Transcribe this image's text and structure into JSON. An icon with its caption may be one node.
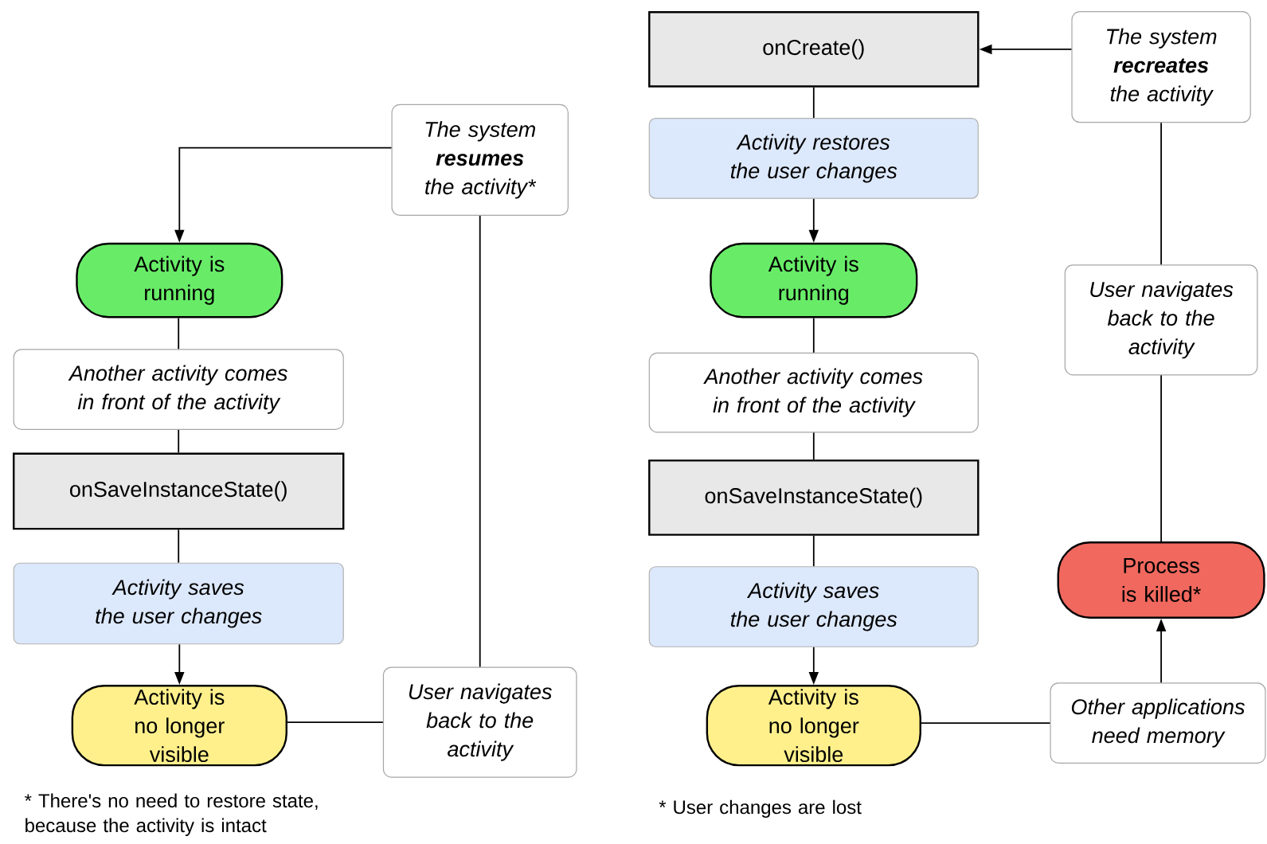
{
  "diagram": {
    "nodes": [
      {
        "text": [
          "The system **resumes** the activity*"
        ]
      },
      {
        "text": [
          "Activity is running"
        ]
      },
      {
        "text": [
          "Another activity comes in front of the activity"
        ]
      },
      {
        "text": [
          "onSaveInstanceState()"
        ]
      },
      {
        "text": [
          "Activity saves the user changes"
        ]
      },
      {
        "text": [
          "Activity is no longer visible"
        ]
      },
      {
        "text": [
          "User navigates back to the activity"
        ]
      },
      {
        "text": [
          "onCreate()"
        ]
      },
      {
        "text": [
          "The system **recreates** the activity"
        ]
      },
      {
        "text": [
          "Activity restores the user changes"
        ]
      },
      {
        "text": [
          "Activity is running"
        ]
      },
      {
        "text": [
          "Another activity comes in front of the activity"
        ]
      },
      {
        "text": [
          "onSaveInstanceState()"
        ]
      },
      {
        "text": [
          "Activity saves the user changes"
        ]
      },
      {
        "text": [
          "Activity is no longer visible"
        ]
      },
      {
        "text": [
          "User navigates back to the activity"
        ]
      },
      {
        "text": [
          "Process is killed*"
        ]
      },
      {
        "text": [
          "Other applications need memory"
        ]
      }
    ],
    "edges": [
      {
        "from": 0,
        "to": 1,
        "arrow": "to"
      },
      {
        "from": 1,
        "to": 2,
        "arrow": "none"
      },
      {
        "from": 2,
        "to": 3,
        "arrow": "none"
      },
      {
        "from": 3,
        "to": 4,
        "arrow": "none"
      },
      {
        "from": 4,
        "to": 5,
        "arrow": "to"
      },
      {
        "from": 5,
        "to": 6,
        "arrow": "none"
      },
      {
        "from": 6,
        "to": 0,
        "arrow": "none"
      },
      {
        "from": 8,
        "to": 7,
        "arrow": "to"
      },
      {
        "from": 7,
        "to": 9,
        "arrow": "none"
      },
      {
        "from": 9,
        "to": 10,
        "arrow": "to"
      },
      {
        "from": 10,
        "to": 11,
        "arrow": "none"
      },
      {
        "from": 11,
        "to": 12,
        "arrow": "none"
      },
      {
        "from": 12,
        "to": 13,
        "arrow": "none"
      },
      {
        "from": 13,
        "to": 14,
        "arrow": "to"
      },
      {
        "from": 14,
        "to": 17,
        "arrow": "none"
      },
      {
        "from": 17,
        "to": 16,
        "arrow": "to"
      },
      {
        "from": 16,
        "to": 15,
        "arrow": "none"
      },
      {
        "from": 15,
        "to": 8,
        "arrow": "none"
      }
    ],
    "labels": [
      "* There's no need to restore state, because the activity is intact",
      "* User changes are lost"
    ]
  }
}
